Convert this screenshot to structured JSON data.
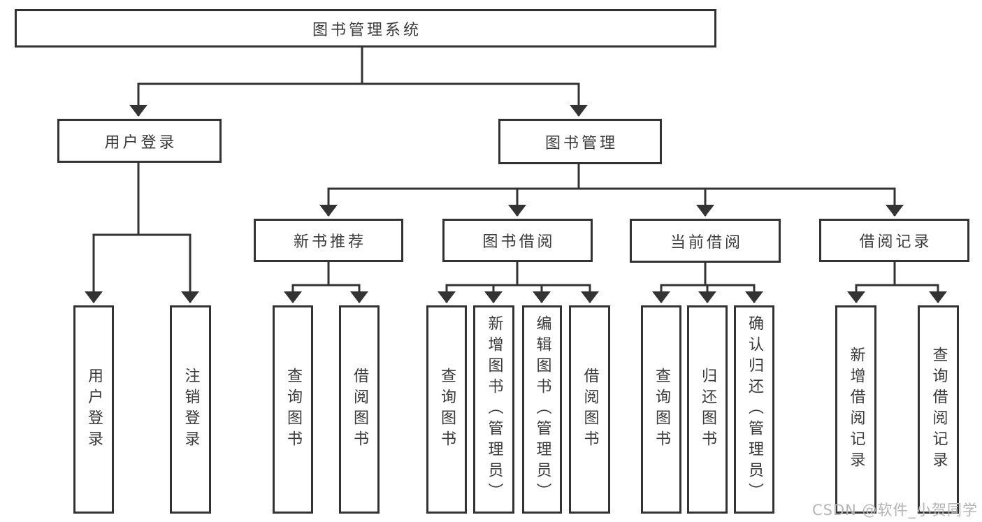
{
  "nodes": {
    "root": "图书管理系统",
    "user_login": "用户登录",
    "book_management": "图书管理",
    "new_book_recommend": "新书推荐",
    "book_borrow": "图书借阅",
    "current_borrow": "当前借阅",
    "borrow_records": "借阅记录",
    "login_user_login": "用户登录",
    "login_logout": "注销登录",
    "recommend_query_books": "查询图书",
    "recommend_borrow_books": "借阅图书",
    "borrow_query_books": "查询图书",
    "borrow_add_books": "新增图书（管理员）",
    "borrow_edit_books": "编辑图书（管理员）",
    "borrow_borrow_books": "借阅图书",
    "current_query_books": "查询图书",
    "current_return_books": "归还图书",
    "current_confirm_return": "确认归还（管理员）",
    "records_add_record": "新增借阅记录",
    "records_query_record": "查询借阅记录"
  },
  "watermark": "CSDN @软件_小贺同学",
  "colors": {
    "line": "#333333",
    "box_border": "#333333",
    "text": "#3a3a3a",
    "watermark": "#b5b5b5",
    "background": "#ffffff"
  }
}
